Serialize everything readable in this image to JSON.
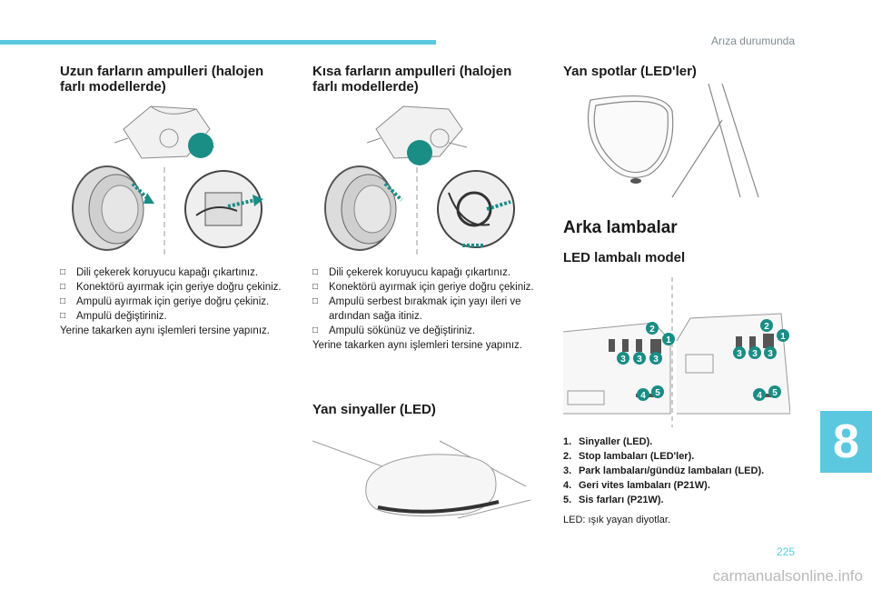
{
  "header": {
    "title": "Arıza durumunda"
  },
  "col1": {
    "title": "Uzun farların ampulleri (halojen farlı modellerde)",
    "steps": [
      "Dili çekerek koruyucu kapağı çıkartınız.",
      "Konektörü ayırmak için geriye doğru çekiniz.",
      "Ampulü ayırmak için geriye doğru çekiniz.",
      "Ampulü değiştiriniz."
    ],
    "footer": "Yerine takarken aynı işlemleri tersine yapınız."
  },
  "col2": {
    "title": "Kısa farların ampulleri (halojen farlı modellerde)",
    "steps": [
      "Dili çekerek koruyucu kapağı çıkartınız.",
      "Konektörü ayırmak için geriye doğru çekiniz.",
      "Ampulü serbest bırakmak için yayı ileri ve ardından sağa itiniz.",
      "Ampulü sökünüz ve değiştiriniz."
    ],
    "footer": "Yerine takarken aynı işlemleri tersine yapınız.",
    "subtitle": "Yan sinyaller (LED)"
  },
  "col3": {
    "title": "Yan spotlar (LED'ler)",
    "section": "Arka lambalar",
    "subsection": "LED lambalı model",
    "legend": [
      {
        "num": "1.",
        "text": "Sinyaller (LED)."
      },
      {
        "num": "2.",
        "text": "Stop lambaları (LED'ler)."
      },
      {
        "num": "3.",
        "text": "Park lambaları/gündüz lambaları (LED)."
      },
      {
        "num": "4.",
        "text": "Geri vites lambaları (P21W)."
      },
      {
        "num": "5.",
        "text": "Sis farları (P21W)."
      }
    ],
    "note": "LED: ışık yayan diyotlar.",
    "callouts": [
      "1",
      "2",
      "3",
      "4",
      "5"
    ]
  },
  "chapter": "8",
  "page_number": "225",
  "watermark": "carmanualsonline.info",
  "colors": {
    "accent": "#5bc8e0",
    "teal": "#1a8d85"
  }
}
